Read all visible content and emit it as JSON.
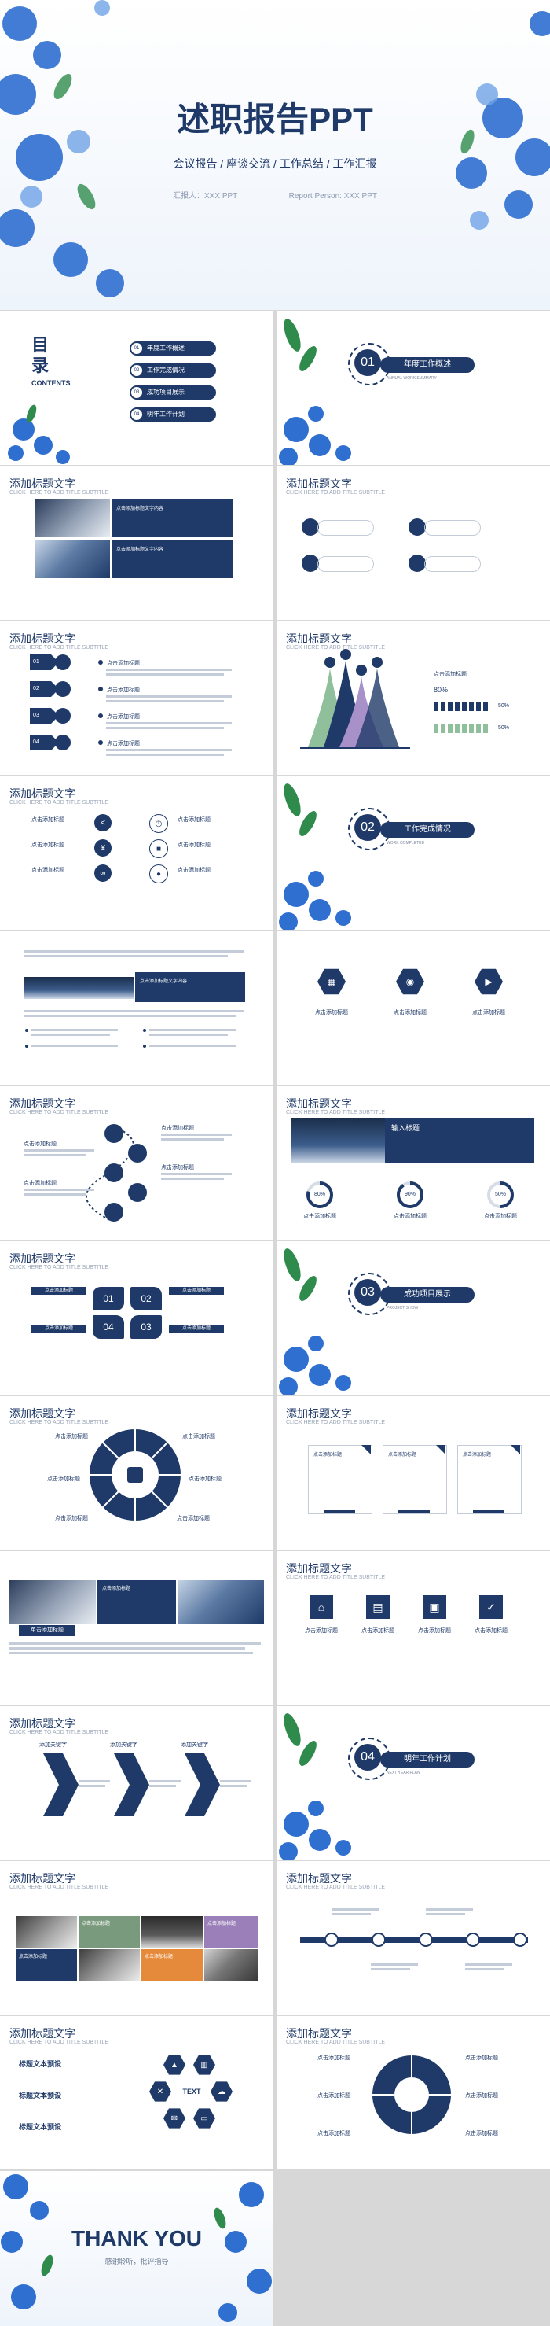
{
  "cover": {
    "title": "述职报告PPT",
    "subtitle": "会议报告 / 座谈交流 / 工作总结 / 工作汇报",
    "reporter_cn": "汇报人：XXX PPT",
    "reporter_en": "Report Person: XXX PPT"
  },
  "toc": {
    "title": "目录",
    "title_en": "CONTENTS",
    "items": [
      {
        "num": "01",
        "label": "年度工作概述"
      },
      {
        "num": "02",
        "label": "工作完成情况"
      },
      {
        "num": "03",
        "label": "成功项目展示"
      },
      {
        "num": "04",
        "label": "明年工作计划"
      }
    ]
  },
  "sections": [
    {
      "num": "01",
      "label": "年度工作概述",
      "sub": "ANNUAL WORK SUMMARY"
    },
    {
      "num": "02",
      "label": "工作完成情况",
      "sub": "WORK COMPLETED"
    },
    {
      "num": "03",
      "label": "成功项目展示",
      "sub": "PROJECT SHOW"
    },
    {
      "num": "04",
      "label": "明年工作计划",
      "sub": "NEXT YEAR PLAN"
    }
  ],
  "common": {
    "slide_title": "添加标题文字",
    "slide_sub": "CLICK HERE TO ADD TITLE SUBTITLE",
    "add_title": "点击添加标题",
    "text_placeholder": "点击添加标题文字内容",
    "input_title": "输入标题",
    "pct_80": "80%",
    "pct_90": "90%",
    "pct_50": "50%",
    "text_preset": "标题文本预设",
    "thank_you": "THANK YOU",
    "thank_sub": "感谢聆听，批评指导",
    "center_text": "TEXT",
    "plan_title": "添加关键字",
    "steps": [
      "01",
      "02",
      "03",
      "04"
    ],
    "step_label": "单击添加标题"
  },
  "colors": {
    "navy": "#1f3a68",
    "flower_blue": "#2f6fd0",
    "leaf_green": "#2f8b4b",
    "gap_gray": "#d7d7d7"
  }
}
